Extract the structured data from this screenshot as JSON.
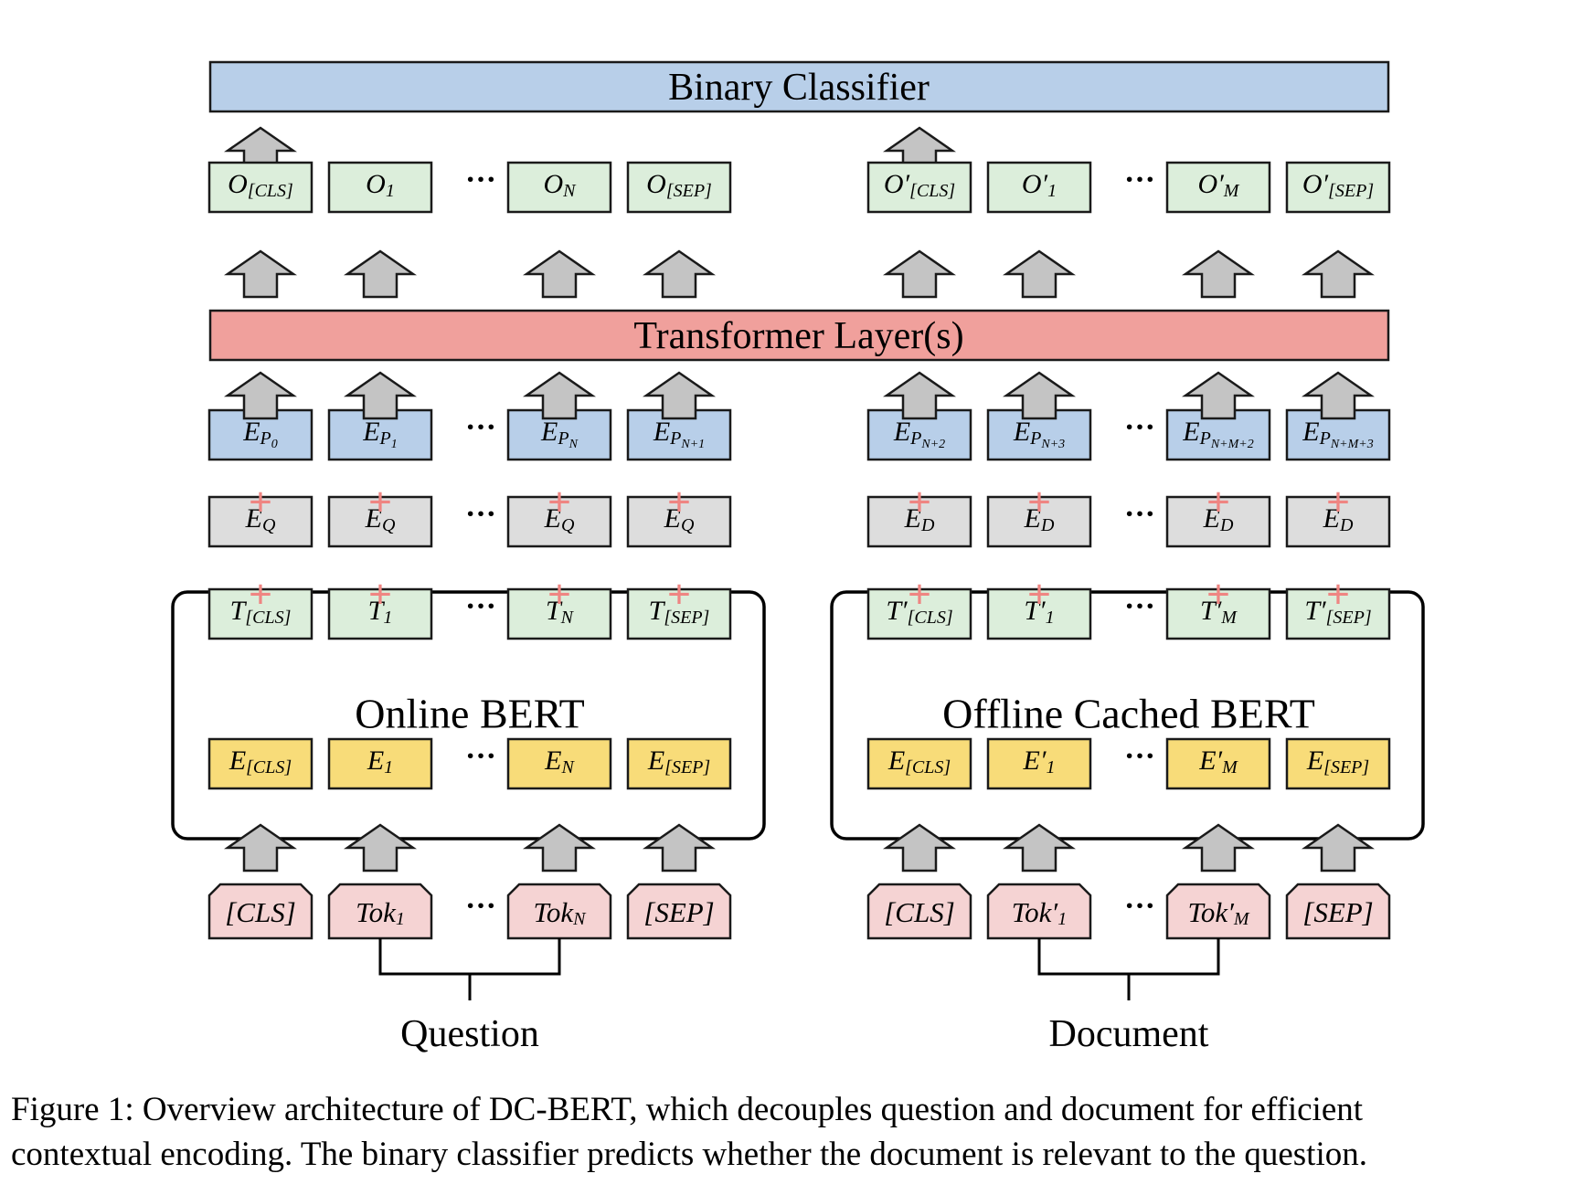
{
  "colors": {
    "blue": "#b8cfe9",
    "red": "#f0a09c",
    "green": "#dceedb",
    "gray": "#dddddd",
    "yellow": "#f8dc79",
    "pink": "#f5d3d3",
    "plus": "#ef8582",
    "arrow": "#c4c4c4"
  },
  "classifier_label": "Binary Classifier",
  "transformer_label": "Transformer Layer(s)",
  "online": {
    "title": "Online BERT",
    "input_label": "Question",
    "outputs": [
      {
        "base": "O",
        "sub": "[CLS]"
      },
      {
        "base": "O",
        "sub": "1"
      },
      {
        "base": "O",
        "sub": "N"
      },
      {
        "base": "O",
        "sub": "[SEP]"
      }
    ],
    "position": [
      {
        "base": "E",
        "sub": "P",
        "subsub": "0"
      },
      {
        "base": "E",
        "sub": "P",
        "subsub": "1"
      },
      {
        "base": "E",
        "sub": "P",
        "subsub": "N"
      },
      {
        "base": "E",
        "sub": "P",
        "subsub": "N+1"
      }
    ],
    "segment": [
      {
        "base": "E",
        "sub": "Q"
      },
      {
        "base": "E",
        "sub": "Q"
      },
      {
        "base": "E",
        "sub": "Q"
      },
      {
        "base": "E",
        "sub": "Q"
      }
    ],
    "hidden": [
      {
        "base": "T",
        "sub": "[CLS]"
      },
      {
        "base": "T",
        "sub": "1"
      },
      {
        "base": "T",
        "sub": "N"
      },
      {
        "base": "T",
        "sub": "[SEP]"
      }
    ],
    "embed": [
      {
        "base": "E",
        "sub": "[CLS]"
      },
      {
        "base": "E",
        "sub": "1"
      },
      {
        "base": "E",
        "sub": "N"
      },
      {
        "base": "E",
        "sub": "[SEP]"
      }
    ],
    "tokens": [
      {
        "base": "[CLS]",
        "sub": ""
      },
      {
        "base": "Tok",
        "sub": "1"
      },
      {
        "base": "Tok",
        "sub": "N"
      },
      {
        "base": "[SEP]",
        "sub": ""
      }
    ]
  },
  "offline": {
    "title": "Offline Cached BERT",
    "input_label": "Document",
    "outputs": [
      {
        "base": "O′",
        "sub": "[CLS]"
      },
      {
        "base": "O′",
        "sub": "1"
      },
      {
        "base": "O′",
        "sub": "M"
      },
      {
        "base": "O′",
        "sub": "[SEP]"
      }
    ],
    "position": [
      {
        "base": "E",
        "sub": "P",
        "subsub": "N+2"
      },
      {
        "base": "E",
        "sub": "P",
        "subsub": "N+3"
      },
      {
        "base": "E",
        "sub": "P",
        "subsub": "N+M+2"
      },
      {
        "base": "E",
        "sub": "P",
        "subsub": "N+M+3"
      }
    ],
    "segment": [
      {
        "base": "E",
        "sub": "D"
      },
      {
        "base": "E",
        "sub": "D"
      },
      {
        "base": "E",
        "sub": "D"
      },
      {
        "base": "E",
        "sub": "D"
      }
    ],
    "hidden": [
      {
        "base": "T′",
        "sub": "[CLS]"
      },
      {
        "base": "T′",
        "sub": "1"
      },
      {
        "base": "T′",
        "sub": "M"
      },
      {
        "base": "T′",
        "sub": "[SEP]"
      }
    ],
    "embed": [
      {
        "base": "E",
        "sub": "[CLS]"
      },
      {
        "base": "E′",
        "sub": "1"
      },
      {
        "base": "E′",
        "sub": "M"
      },
      {
        "base": "E",
        "sub": "[SEP]"
      }
    ],
    "tokens": [
      {
        "base": "[CLS]",
        "sub": ""
      },
      {
        "base": "Tok′",
        "sub": "1"
      },
      {
        "base": "Tok′",
        "sub": "M"
      },
      {
        "base": "[SEP]",
        "sub": ""
      }
    ]
  },
  "ellipsis": "···",
  "plus_sign": "+",
  "caption": "Figure 1: Overview architecture of DC-BERT, which decouples question and document for efficient\ncontextual encoding. The binary classifier predicts whether the document is relevant to the question."
}
